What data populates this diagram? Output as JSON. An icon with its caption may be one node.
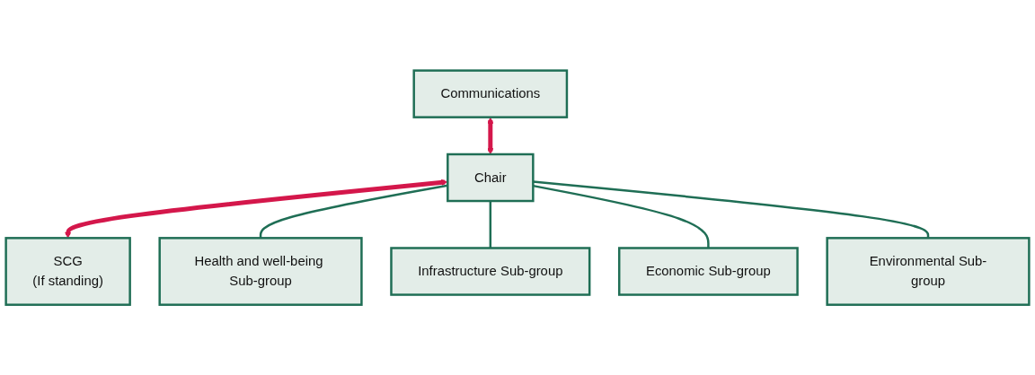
{
  "diagram": {
    "nodes": [
      {
        "text": [
          "Communications"
        ]
      },
      {
        "text": [
          "Chair"
        ]
      },
      {
        "text": [
          "SCG",
          "(If standing)"
        ]
      },
      {
        "text": [
          "Health and well-being Sub-group"
        ]
      },
      {
        "text": [
          "Infrastructure Sub-group"
        ]
      },
      {
        "text": [
          "Economic Sub-group"
        ]
      },
      {
        "text": [
          "Environmental Sub-group"
        ]
      }
    ],
    "edges": [
      {
        "from": 0,
        "to": 1,
        "arrow": "both",
        "style": "thick",
        "color": "#d4174b"
      },
      {
        "from": 1,
        "to": 2,
        "arrow": "both",
        "style": "thick",
        "color": "#d4174b"
      },
      {
        "from": 1,
        "to": 3,
        "arrow": "none"
      },
      {
        "from": 1,
        "to": 4,
        "arrow": "none"
      },
      {
        "from": 1,
        "to": 5,
        "arrow": "none"
      },
      {
        "from": 1,
        "to": 6,
        "arrow": "none"
      }
    ]
  }
}
